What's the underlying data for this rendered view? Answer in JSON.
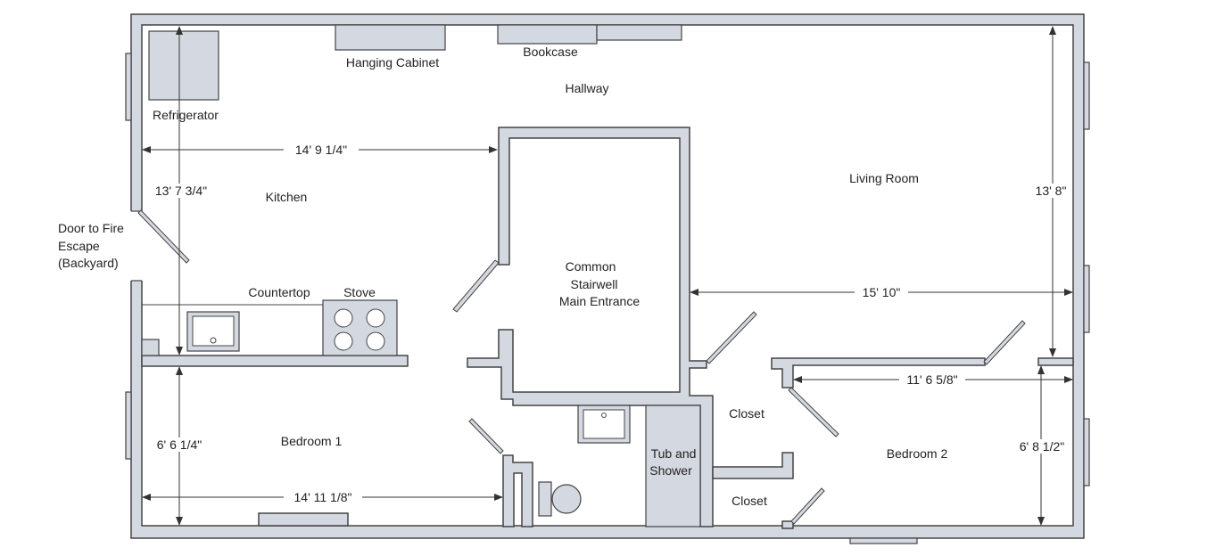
{
  "labels": {
    "hanging_cabinet": "Hanging Cabinet",
    "bookcase": "Bookcase",
    "hallway": "Hallway",
    "refrigerator": "Refrigerator",
    "kitchen": "Kitchen",
    "living_room": "Living Room",
    "door_fire_1": "Door to Fire",
    "door_fire_2": "Escape",
    "door_fire_3": "(Backyard)",
    "countertop": "Countertop",
    "stove": "Stove",
    "common_1": "Common",
    "common_2": "Stairwell",
    "common_3": "Main Entrance",
    "bedroom1": "Bedroom 1",
    "bedroom2": "Bedroom 2",
    "closet_upper": "Closet",
    "closet_lower": "Closet",
    "tub_1": "Tub and",
    "tub_2": "Shower"
  },
  "dimensions": {
    "kitchen_width": "14' 9 1/4\"",
    "kitchen_depth": "13' 7 3/4\"",
    "living_depth": "13' 8\"",
    "living_width": "15' 10\"",
    "bed1_depth": "6' 6 1/4\"",
    "bed1_width": "14' 11 1/8\"",
    "bed2_width": "11' 6 5/8\"",
    "bed2_depth": "6' 8 1/2\""
  }
}
